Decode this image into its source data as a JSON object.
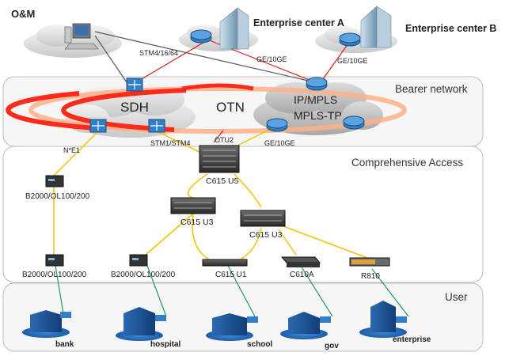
{
  "colors": {
    "fiber": "#f2c200",
    "red_link": "#d42020",
    "gray_link": "#555555",
    "green_link": "#1f9a63",
    "ring_red": "#ff2a1a",
    "ring_orange": "#ffb08a",
    "zone_border": "#bdbdbd",
    "router_blue": "#2f80c8"
  },
  "top": {
    "om": "O&M",
    "ent_a": "Enterprise center A",
    "ent_b": "Enterprise center B",
    "stm_top": "STM4/16/64",
    "ge_a": "GE/10GE",
    "ge_b": "GE/10GE"
  },
  "zones": {
    "bearer": "Bearer network",
    "access": "Comprehensive Access",
    "user": "User"
  },
  "bearer": {
    "sdh": "SDH",
    "otn": "OTN",
    "ipmpls_1": "IP/MPLS",
    "ipmpls_2": "MPLS-TP"
  },
  "links": {
    "ne1": "N*E1",
    "stm_low": "STM1/STM4",
    "otu2": "OTU2",
    "ge_low": "GE/10GE"
  },
  "devices": {
    "c615u5": "C615 U5",
    "c615u3_left": "C615 U3",
    "c615u3_right": "C615 U3",
    "b2000_top": "B2000/OL100/200",
    "b2000_bl": "B2000/OL100/200",
    "b2000_bm": "B2000/OL100/200",
    "c615u1": "C615 U1",
    "c610a": "C610A",
    "r810": "R810"
  },
  "users": {
    "bank": "bank",
    "hospital": "hospital",
    "school": "school",
    "gov": "gov",
    "enterprise": "enterprise"
  },
  "icons": [
    "pc-icon",
    "building-icon",
    "router-icon",
    "ring-icon",
    "cloud-icon",
    "equipment-icon",
    "switch-icon"
  ]
}
